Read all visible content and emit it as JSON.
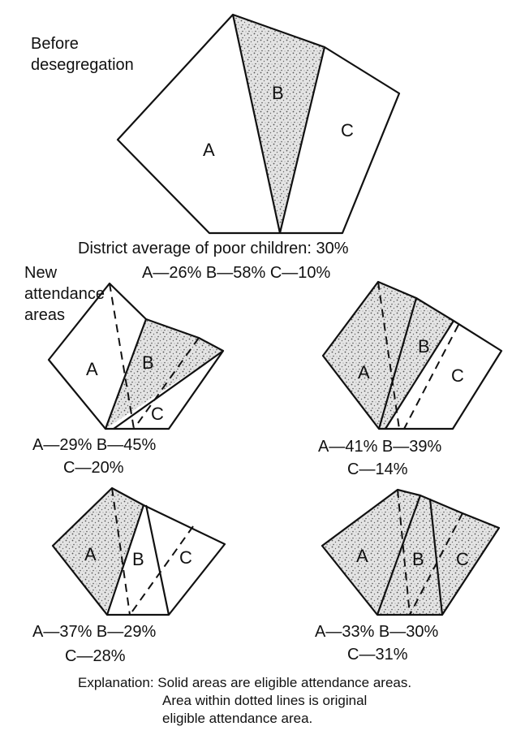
{
  "before": {
    "title_line1": "Before",
    "title_line2": "desegregation",
    "labels": [
      "A",
      "B",
      "C"
    ],
    "caption_line1": "District average of poor children: 30%",
    "caption_line2": "A—26% B—58% C—10%"
  },
  "new_areas": {
    "title_line1": "New",
    "title_line2": "attendance",
    "title_line3": "areas"
  },
  "panels": [
    {
      "labels": [
        "A",
        "B",
        "C"
      ],
      "line1": "A—29% B—45%",
      "line2": "C—20%"
    },
    {
      "labels": [
        "A",
        "B",
        "C"
      ],
      "line1": "A—41% B—39%",
      "line2": "C—14%"
    },
    {
      "labels": [
        "A",
        "B",
        "C"
      ],
      "line1": "A—37% B—29%",
      "line2": "C—28%"
    },
    {
      "labels": [
        "A",
        "B",
        "C"
      ],
      "line1": "A—33% B—30%",
      "line2": "C—31%"
    }
  ],
  "explanation": {
    "line1": "Explanation: Solid areas are eligible attendance areas.",
    "line2": "Area within dotted lines is original",
    "line3": "eligible attendance area."
  }
}
